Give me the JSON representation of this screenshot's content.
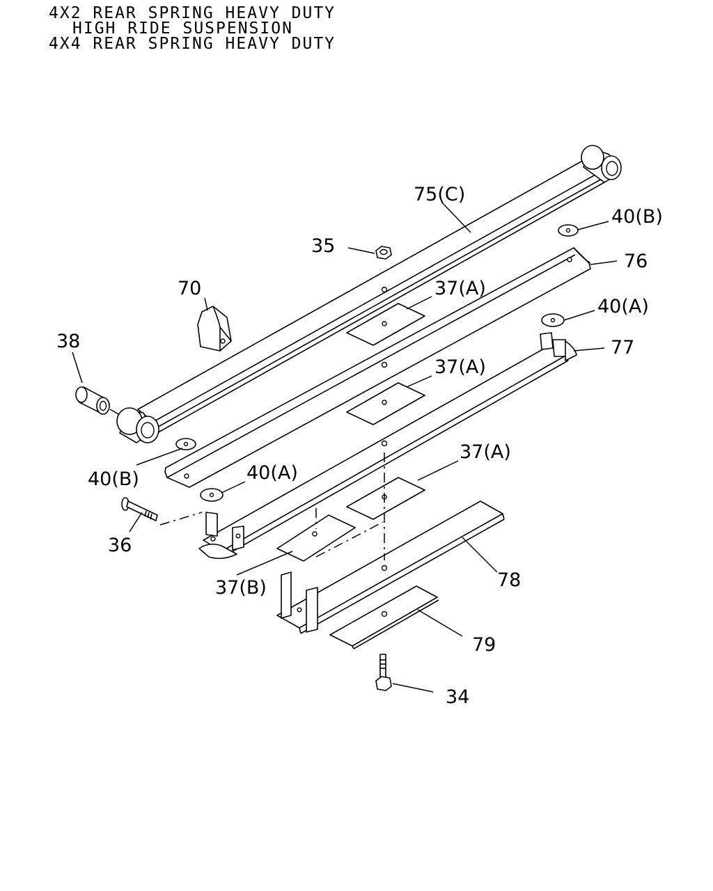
{
  "title": {
    "line1": "4X2 REAR SPRING HEAVY DUTY",
    "line2": "HIGH RIDE SUSPENSION",
    "line3": "4X4 REAR SPRING HEAVY DUTY"
  },
  "callouts": {
    "p75c": "75(C)",
    "p40b_top": "40(B)",
    "p35": "35",
    "p76": "76",
    "p70": "70",
    "p37a_1": "37(A)",
    "p40a_right": "40(A)",
    "p38": "38",
    "p77": "77",
    "p37a_2": "37(A)",
    "p37a_3": "37(A)",
    "p40b_left": "40(B)",
    "p40a_left": "40(A)",
    "p36": "36",
    "p78": "78",
    "p37b": "37(B)",
    "p79": "79",
    "p34": "34"
  }
}
